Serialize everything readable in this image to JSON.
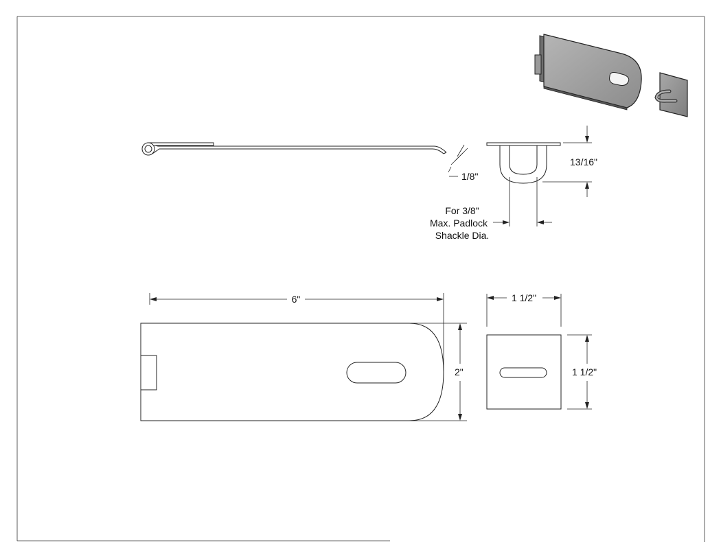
{
  "drawing": {
    "dimensions": {
      "hasp_length": "6\"",
      "hasp_width": "2\"",
      "staple_width": "1 1/2\"",
      "staple_height": "1 1/2\"",
      "thickness": "1/8\"",
      "staple_projection": "13/16\""
    },
    "note": {
      "line1": "For 3/8\"",
      "line2": "Max. Padlock",
      "line3": "Shackle Dia."
    }
  }
}
